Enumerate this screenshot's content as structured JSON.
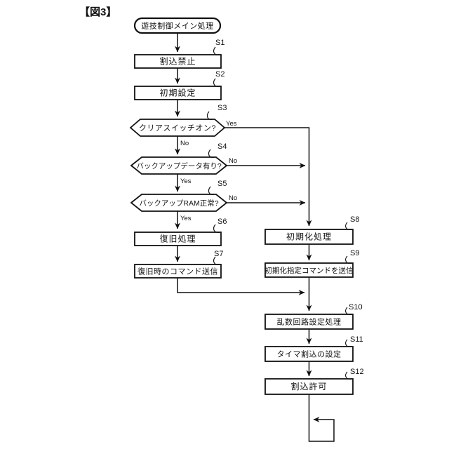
{
  "figure_label": "【図3】",
  "flowchart": {
    "start_label": "遊技制御メイン処理",
    "branch": {
      "yes": "Yes",
      "no": "No"
    },
    "steps": [
      {
        "id": "S1",
        "label": "割込禁止",
        "type": "process"
      },
      {
        "id": "S2",
        "label": "初期設定",
        "type": "process"
      },
      {
        "id": "S3",
        "label": "クリアスイッチオン?",
        "type": "decision"
      },
      {
        "id": "S4",
        "label": "バックアップデータ有り?",
        "type": "decision"
      },
      {
        "id": "S5",
        "label": "バックアップRAM正常?",
        "type": "decision"
      },
      {
        "id": "S6",
        "label": "復旧処理",
        "type": "process"
      },
      {
        "id": "S7",
        "label": "復旧時のコマンド送信",
        "type": "process"
      },
      {
        "id": "S8",
        "label": "初期化処理",
        "type": "process"
      },
      {
        "id": "S9",
        "label": "初期化指定コマンドを送信",
        "type": "process"
      },
      {
        "id": "S10",
        "label": "乱数回路設定処理",
        "type": "process"
      },
      {
        "id": "S11",
        "label": "タイマ割込の設定",
        "type": "process"
      },
      {
        "id": "S12",
        "label": "割込許可",
        "type": "process"
      }
    ],
    "colors": {
      "line": "#111111",
      "background": "#ffffff"
    }
  }
}
